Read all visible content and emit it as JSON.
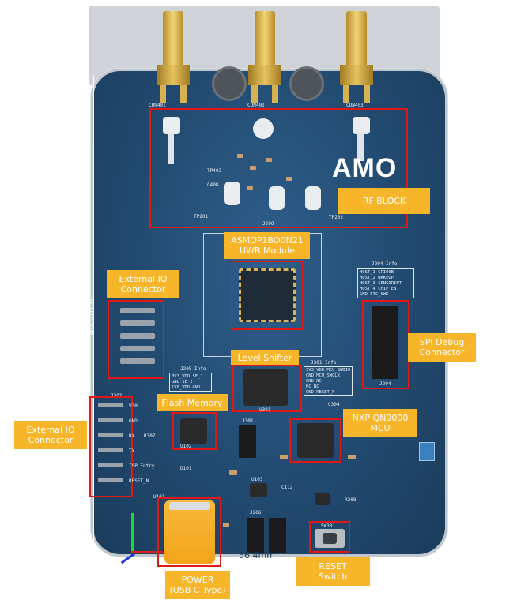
{
  "callouts": {
    "rf_block": "RF BLOCK",
    "uwb_module_line1": "ASMOP1BO0N21",
    "uwb_module_line2": "UWB Module",
    "ext_io_top_line1": "External IO",
    "ext_io_top_line2": "Connector",
    "spi_debug_line1": "SPI Debug",
    "spi_debug_line2": "Connector",
    "level_shifter": "Level Shifter",
    "flash_memory": "Flash Memory",
    "mcu_line1": "NXP QN9090",
    "mcu_line2": "MCU",
    "ext_io_left_line1": "External IO",
    "ext_io_left_line2": "Connector",
    "power_line1": "POWER",
    "power_line2": "(USB C Type)",
    "reset_line1": "RESET",
    "reset_line2": "Switch"
  },
  "board": {
    "logo": "AMO",
    "dim_height": "80.0mm",
    "dim_width": "56.4mm",
    "connectors": [
      "CON401",
      "CON402",
      "CON403"
    ],
    "silk_labels": {
      "tp402": "TP402",
      "c408": "C408",
      "tp201": "TP201",
      "j200": "J200",
      "tp202": "TP202",
      "j204_info": "J204 Info",
      "j204": "J204",
      "j205_info": "J205 Info",
      "j301_info": "J301 Info",
      "u301": "U301",
      "j302": "J302",
      "j301": "J301",
      "u102": "U102",
      "u101": "U101",
      "d101": "D101",
      "sw301": "SW301",
      "u103": "U103",
      "c112": "C112",
      "r307": "R307",
      "j206": "J206",
      "c304": "C304",
      "r308": "R308"
    },
    "j302_pins": [
      "V30",
      "GND",
      "RX",
      "TX",
      "ISP Entry",
      "RESET_N"
    ],
    "j204_rows": [
      [
        "HOST_1",
        "GPIO0B"
      ],
      [
        "HOST_2",
        "WAKEUP"
      ],
      [
        "HOST_3",
        "SENSORINT"
      ],
      [
        "HOST_4",
        "CHIP_EN"
      ],
      [
        "GND",
        "STC_SWK"
      ]
    ],
    "j205_rows": [
      [
        "3V3_VDD",
        "SE_1"
      ],
      [
        "GND",
        "SE_2"
      ],
      [
        "1V8_VDD",
        "GND"
      ]
    ],
    "j301_rows": [
      [
        "3V3_VDD",
        "MCU_SWDIO"
      ],
      [
        "GND",
        "MCU_SWCLK"
      ],
      [
        "GND",
        "NC"
      ],
      [
        "NC",
        "NC"
      ],
      [
        "GND",
        "RESET_N"
      ]
    ]
  },
  "colors": {
    "callout": "#f7b52a",
    "highlight": "#e01818",
    "board": "#224a70"
  }
}
